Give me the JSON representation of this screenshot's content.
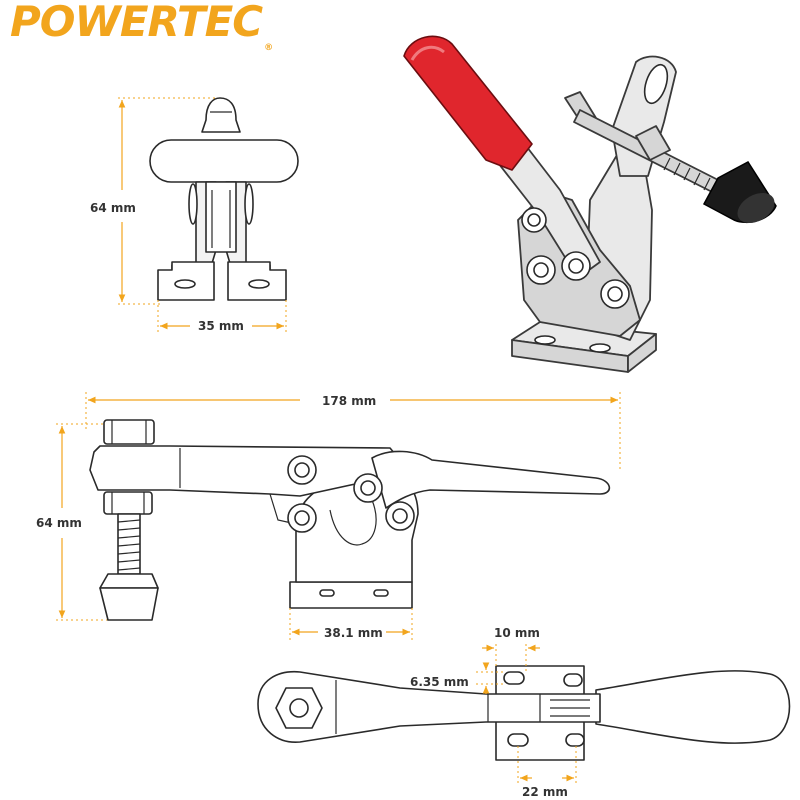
{
  "brand": {
    "name": "POWERTEC",
    "registered": "®",
    "color": "#f2a51d"
  },
  "colors": {
    "dimension_line": "#f2a51d",
    "handle_grip": "#e0262d",
    "rubber_tip": "#1a1a1a",
    "outline": "#2a2a2a"
  },
  "views": {
    "end_view": {
      "height_label": "64 mm",
      "width_label": "35 mm"
    },
    "isometric_view": {
      "icon": "toggle-clamp-3d-illustration"
    },
    "side_view": {
      "length_label": "178 mm",
      "height_label": "64 mm",
      "base_label": "38.1 mm"
    },
    "top_view": {
      "slot_width_label": "10 mm",
      "slot_label": "6.35 mm",
      "hole_spacing_label": "22 mm"
    }
  }
}
